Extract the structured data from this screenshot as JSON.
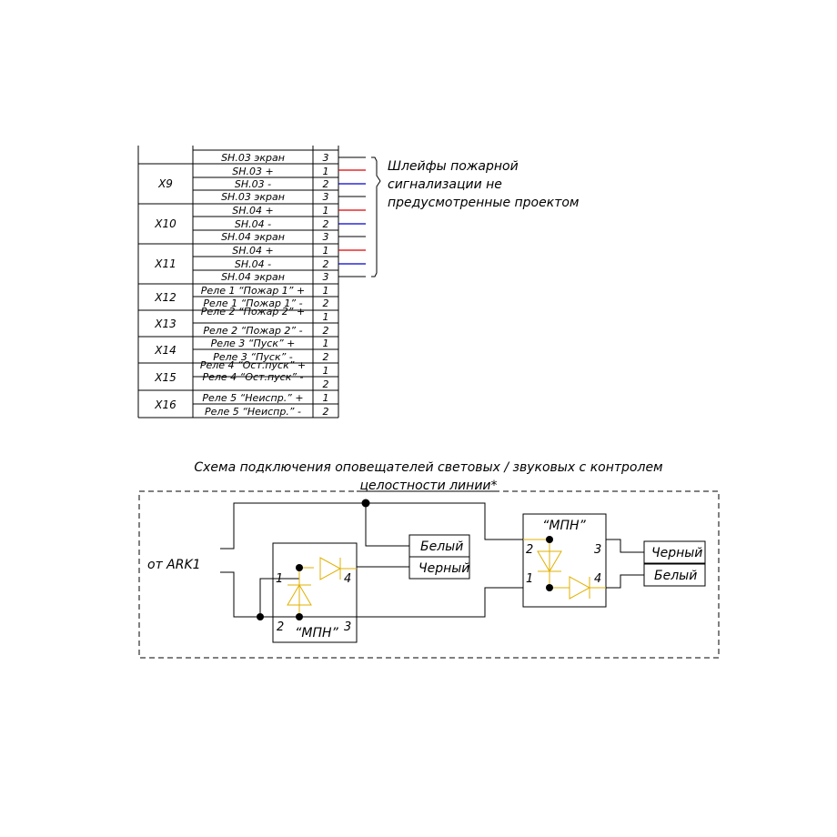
{
  "terminal_table": {
    "rows": [
      {
        "block": "",
        "signal": "SH.03 экран",
        "pin": "3",
        "wire": "black"
      },
      {
        "block": "X9",
        "signal": "SH.03 +",
        "pin": "1",
        "wire": "red"
      },
      {
        "block": "",
        "signal": "SH.03 -",
        "pin": "2",
        "wire": "blue"
      },
      {
        "block": "",
        "signal": "SH.03 экран",
        "pin": "3",
        "wire": "black"
      },
      {
        "block": "X10",
        "signal": "SH.04 +",
        "pin": "1",
        "wire": "red"
      },
      {
        "block": "",
        "signal": "SH.04 -",
        "pin": "2",
        "wire": "blue"
      },
      {
        "block": "",
        "signal": "SH.04 экран",
        "pin": "3",
        "wire": "black"
      },
      {
        "block": "X11",
        "signal": "SH.04 +",
        "pin": "1",
        "wire": "red"
      },
      {
        "block": "",
        "signal": "SH.04 -",
        "pin": "2",
        "wire": "blue"
      },
      {
        "block": "",
        "signal": "SH.04 экран",
        "pin": "3",
        "wire": "black"
      },
      {
        "block": "X12",
        "signal": "Реле 1 “Пожар 1” +",
        "pin": "1",
        "wire": ""
      },
      {
        "block": "",
        "signal": "Реле 1 “Пожар 1” -",
        "pin": "2",
        "wire": ""
      },
      {
        "block": "X13",
        "signal": "Реле 2 “Пожар 2” +",
        "pin": "1",
        "wire": ""
      },
      {
        "block": "",
        "signal": "Реле 2 “Пожар 2” -",
        "pin": "2",
        "wire": ""
      },
      {
        "block": "X14",
        "signal": "Реле 3 “Пуск” +",
        "pin": "1",
        "wire": ""
      },
      {
        "block": "",
        "signal": "Реле 3 “Пуск” -",
        "pin": "2",
        "wire": ""
      },
      {
        "block": "X15",
        "signal": "Реле 4 “Ост.пуск” +",
        "pin": "1",
        "wire": ""
      },
      {
        "block": "",
        "signal": "Реле 4 “Ост.пуск” -",
        "pin": "2",
        "wire": ""
      },
      {
        "block": "X16",
        "signal": "Реле 5 “Неиспр.” +",
        "pin": "1",
        "wire": ""
      },
      {
        "block": "",
        "signal": "Реле 5 “Неиспр.” -",
        "pin": "2",
        "wire": ""
      }
    ],
    "note": [
      "Шлейфы пожарной",
      "сигнализации не",
      "предусмотренные проектом"
    ]
  },
  "schematic": {
    "title_line1": "Схема подключения оповещателей световых / звуковых с контролем",
    "title_line2": "целостности линии*",
    "source_label": "от ARK1",
    "module_name": "“МПН”",
    "left_module_pins": [
      "1",
      "2",
      "3",
      "4"
    ],
    "right_module_pins": [
      "1",
      "2",
      "3",
      "4"
    ],
    "left_outputs": [
      "Белый",
      "Черный"
    ],
    "right_outputs": [
      "Черный",
      "Белый"
    ]
  },
  "colors": {
    "line": "#000000",
    "red_wire": "#e00000",
    "blue_wire": "#0000cc",
    "diode": "#e0b100"
  }
}
